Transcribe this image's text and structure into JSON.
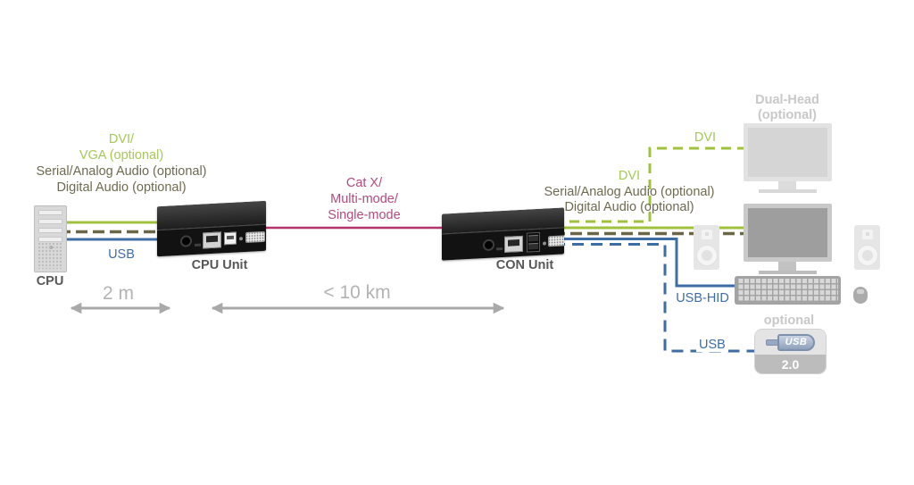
{
  "colors": {
    "green": "#a0c13c",
    "green_text": "#a6c859",
    "olive": "#6b6746",
    "olive_text": "#6e6a50",
    "blue": "#3e6da5",
    "magenta": "#b5336b",
    "magenta_text": "#b24a7f",
    "arrow_gray": "#a9a9a9",
    "distance_text": "#b3b3b3",
    "dark_text": "#575757",
    "faded_text": "#c8c8c8"
  },
  "left": {
    "cable_labels": {
      "dvi": "DVI/",
      "vga": "VGA (optional)",
      "serial": "Serial/Analog Audio (optional)",
      "digital": "Digital Audio (optional)",
      "usb": "USB"
    },
    "cpu_label": "CPU",
    "unit_label": "CPU Unit",
    "distance": "2 m"
  },
  "link": {
    "label_line1": "Cat X/",
    "label_line2": "Multi-mode/",
    "label_line3": "Single-mode",
    "distance": "< 10 km"
  },
  "right": {
    "unit_label": "CON Unit",
    "dvi_dual_label": "DVI",
    "dvi_label": "DVI",
    "serial_label": "Serial/Analog Audio (optional)",
    "digital_label": "Digital Audio (optional)",
    "usb_hid_label": "USB-HID",
    "usb_label": "USB",
    "dual_head_line1": "Dual-Head",
    "dual_head_line2": "(optional)",
    "usb20": {
      "optional": "optional",
      "logo": "USB",
      "version": "2.0"
    }
  },
  "icons": {
    "cpu-tower": "desktop computer tower",
    "cpu-unit-device": "KVM extender transmitter box",
    "con-unit-device": "KVM extender receiver box",
    "dual-head-monitor": "optional second monitor",
    "main-monitor": "primary monitor",
    "speaker": "audio speaker",
    "keyboard": "keyboard",
    "mouse": "mouse",
    "usb20-badge": "USB 2.0 logo badge"
  }
}
